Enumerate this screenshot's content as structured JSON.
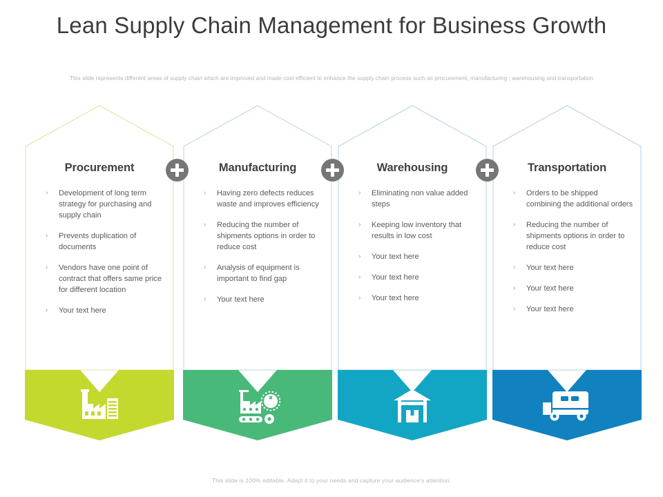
{
  "header": {
    "title": "Lean Supply Chain Management for Business Growth",
    "subtitle": "This slide represents different areas of supply chain which are improved and made  cost efficient to enhance the supply chain process such as procurement, manufacturing ; warehousing and transportation"
  },
  "footer": {
    "note": "This slide is 100% editable. Adapt it to your needs and capture your audience's attention."
  },
  "bullet_marker": "›",
  "connectors": [
    {
      "icon": "plus-icon",
      "color": "#767676"
    },
    {
      "icon": "plus-icon",
      "color": "#767676"
    },
    {
      "icon": "plus-icon",
      "color": "#767676"
    }
  ],
  "columns": [
    {
      "title": "Procurement",
      "color": "#c4d92e",
      "outline_color": "#dbe39a",
      "icon": "factory-icon",
      "bullets": [
        "Development  of long term strategy for purchasing and supply chain",
        "Prevents  duplication of documents",
        "Vendors  have one point of contract that offers  same price for different  location",
        "Your text here"
      ]
    },
    {
      "title": "Manufacturing",
      "color": "#49b97a",
      "outline_color": "#bcd9cf",
      "icon": "assembly-line-icon",
      "bullets": [
        "Having  zero defects reduces waste and improves  efficiency",
        "Reducing the number of shipments options in  order to reduce cost",
        "Analysis of equipment is important to find gap",
        "Your text here"
      ]
    },
    {
      "title": "Warehousing",
      "color": "#13a6c4",
      "outline_color": "#aed3de",
      "icon": "warehouse-icon",
      "bullets": [
        "Eliminating non value added steps",
        "Keeping low inventory that results in low cost",
        "Your text here",
        "Your text here",
        "Your text here"
      ]
    },
    {
      "title": "Transportation",
      "color": "#1181c0",
      "outline_color": "#b4cfe2",
      "icon": "delivery-truck-icon",
      "bullets": [
        "Orders to be shipped combining the additional orders",
        "Reducing the number of shipments options in order  to reduce cost",
        "Your text here",
        "Your text here",
        "Your text here"
      ]
    }
  ]
}
